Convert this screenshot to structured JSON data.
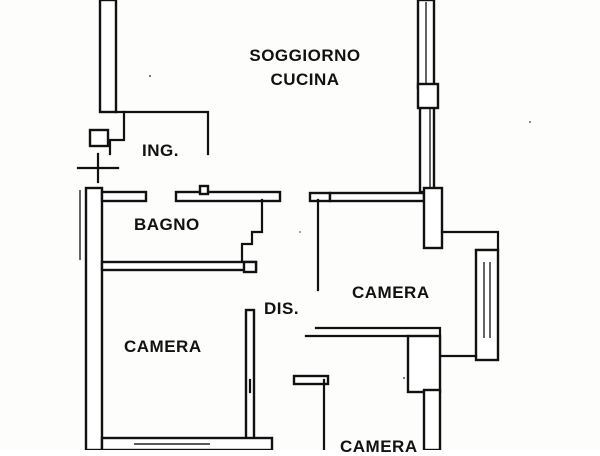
{
  "floorplan": {
    "rooms": {
      "living": {
        "line1": "SOGGIORNO",
        "line2": "CUCINA"
      },
      "entrance": "ING.",
      "bathroom": "BAGNO",
      "hallway": "DIS.",
      "bedroom_right": "CAMERA",
      "bedroom_left": "CAMERA",
      "bedroom_bottom": "CAMERA"
    }
  }
}
